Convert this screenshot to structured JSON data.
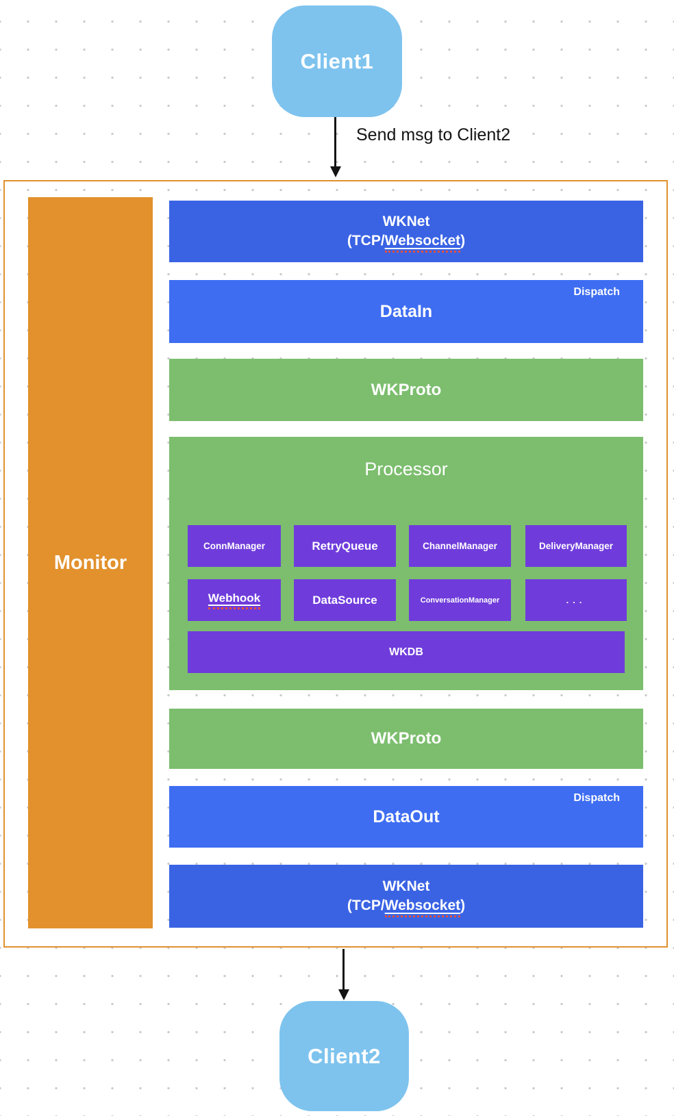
{
  "colors": {
    "client_fill": "#7ec3ee",
    "server_border": "#e0912f",
    "monitor_fill": "#e2912d",
    "wknet_fill": "#3a63e4",
    "data_fill": "#3e6df2",
    "proto_fill": "#7cbe6e",
    "module_fill": "#6f3cdb",
    "arrow": "#141414",
    "spellcheck_underline": "#e8503a",
    "grid_dot": "#cbcbcb"
  },
  "client1": "Client1",
  "client2": "Client2",
  "flow_label": "Send msg to Client2",
  "monitor_label": "Monitor",
  "stack": {
    "wknet_in": {
      "title": "WKNet",
      "sub_prefix": "(TCP/",
      "sub_underlined": "Websocket",
      "sub_suffix": ")"
    },
    "data_in": {
      "title": "DataIn",
      "badge": "Dispatch"
    },
    "wkproto_in": "WKProto",
    "processor": {
      "title": "Processor",
      "modules": {
        "conn": "ConnManager",
        "retry": "RetryQueue",
        "channel": "ChannelManager",
        "delivery": "DeliveryManager",
        "webhook": "Webhook",
        "datasource": "DataSource",
        "conversation": "ConversationManager",
        "more": "...",
        "db": "WKDB"
      }
    },
    "wkproto_out": "WKProto",
    "data_out": {
      "title": "DataOut",
      "badge": "Dispatch"
    },
    "wknet_out": {
      "title": "WKNet",
      "sub_prefix": "(TCP/",
      "sub_underlined": "Websocket",
      "sub_suffix": ")"
    }
  }
}
